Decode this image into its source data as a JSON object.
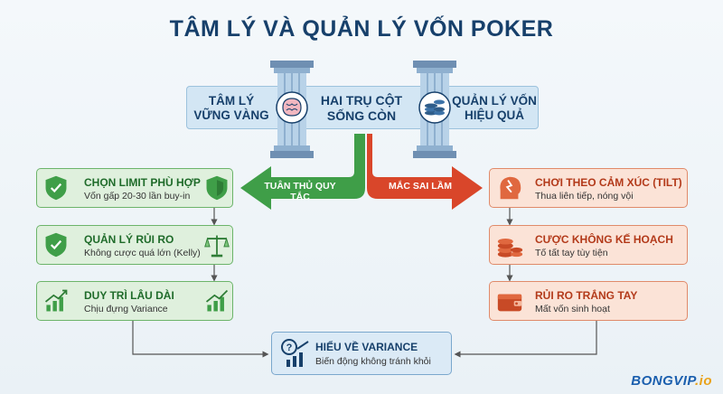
{
  "title": "TÂM LÝ VÀ QUẢN LÝ VỐN POKER",
  "banner": {
    "left_text": "TÂM LÝ VỮNG VÀNG",
    "center_text": "HAI TRỤ CỘT SỐNG CÒN",
    "right_text": "QUẢN LÝ VỐN HIỆU QUẢ"
  },
  "arrows": {
    "left_label": "TUÂN THỦ QUY TẮC",
    "right_label": "MẮC SAI LẦM",
    "left_color": "#3f9e48",
    "right_color": "#d9462a"
  },
  "left_cards": [
    {
      "title": "CHỌN LIMIT PHÙ HỢP",
      "subtitle": "Vốn gấp 20-30 lần buy-in",
      "icon": "shield-check-icon"
    },
    {
      "title": "QUẢN LÝ RỦI RO",
      "subtitle": "Không cược quá lớn (Kelly)",
      "icon": "scale-icon"
    },
    {
      "title": "DUY TRÌ LÂU DÀI",
      "subtitle": "Chịu đựng Variance",
      "icon": "growth-chart-icon"
    }
  ],
  "right_cards": [
    {
      "title": "CHƠI THEO CẢM XÚC (TILT)",
      "subtitle": "Thua liên tiếp, nóng vội",
      "icon": "angry-head-icon"
    },
    {
      "title": "CƯỢC KHÔNG KẾ HOẠCH",
      "subtitle": "Tố tất tay tùy tiện",
      "icon": "chip-stack-icon"
    },
    {
      "title": "RỦI RO TRẮNG TAY",
      "subtitle": "Mất vốn sinh hoạt",
      "icon": "empty-wallet-icon"
    }
  ],
  "bottom_card": {
    "title": "HIỂU VỀ VARIANCE",
    "subtitle": "Biến động không tránh khỏi",
    "icon": "question-chart-icon"
  },
  "logo": {
    "main": "BONGVIP",
    "suffix": ".io"
  },
  "colors": {
    "title": "#17406b",
    "good_bg": "#dff0dd",
    "bad_bg": "#fbe3d7",
    "good_text": "#1f6b2a",
    "bad_text": "#b33a1a"
  }
}
